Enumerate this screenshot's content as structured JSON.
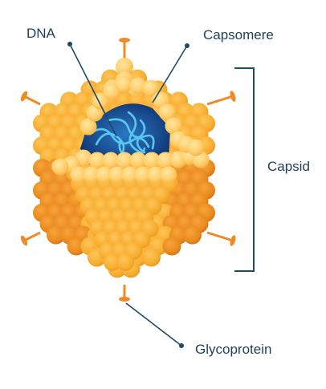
{
  "labels": {
    "dna": "DNA",
    "capsomere": "Capsomere",
    "capsid": "Capsid",
    "glycoprotein": "Glycoprotein"
  },
  "colors": {
    "label_text": "#1f3f57",
    "leader_line": "#1f4a66",
    "bracket": "#1f4a66",
    "capsomere_light": "#ffcf6e",
    "capsomere_mid": "#f6ad2e",
    "capsomere_dark": "#e98a1e",
    "capsomere_shadow": "#d0711a",
    "core_dark": "#0c2f6b",
    "core_blue": "#1d5fa8",
    "dna_strand": "#59c6ee",
    "spike": "#f08a24"
  }
}
